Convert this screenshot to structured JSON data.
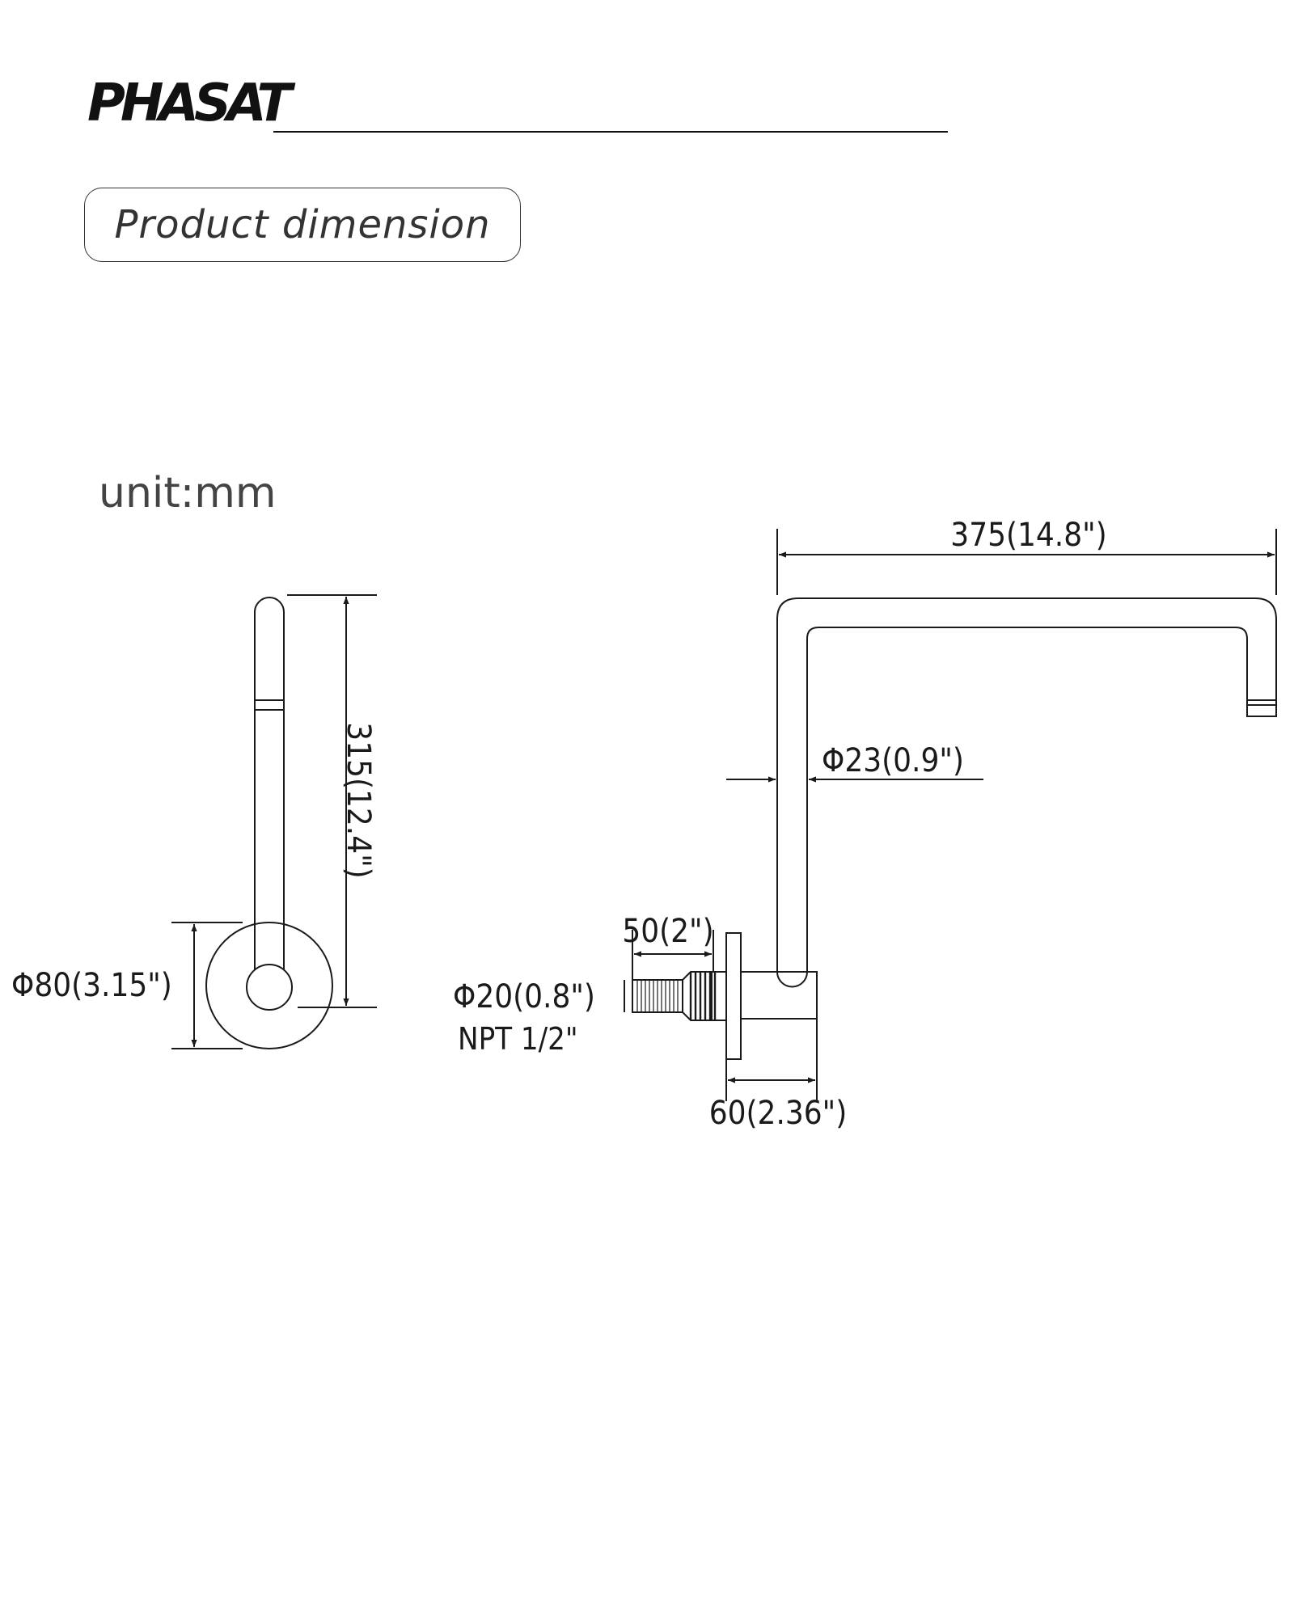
{
  "header": {
    "brand": "PHASAT",
    "section_label": "Product dimension"
  },
  "unit_label": "unit:mm",
  "side_view": {
    "height_label": "315(12.4\")",
    "flange_diameter_label": "Φ80(3.15\")"
  },
  "front_view": {
    "reach_label": "375(14.8\")",
    "arm_diameter_label": "Φ23(0.9\")",
    "thread_length_label": "50(2\")",
    "thread_diameter_label": "Φ20(0.8\")",
    "thread_spec_label": "NPT 1/2\"",
    "flange_depth_label": "60(2.36\")"
  },
  "colors": {
    "line": "#1a1a1a",
    "text": "#1a1a1a",
    "background": "#ffffff"
  }
}
